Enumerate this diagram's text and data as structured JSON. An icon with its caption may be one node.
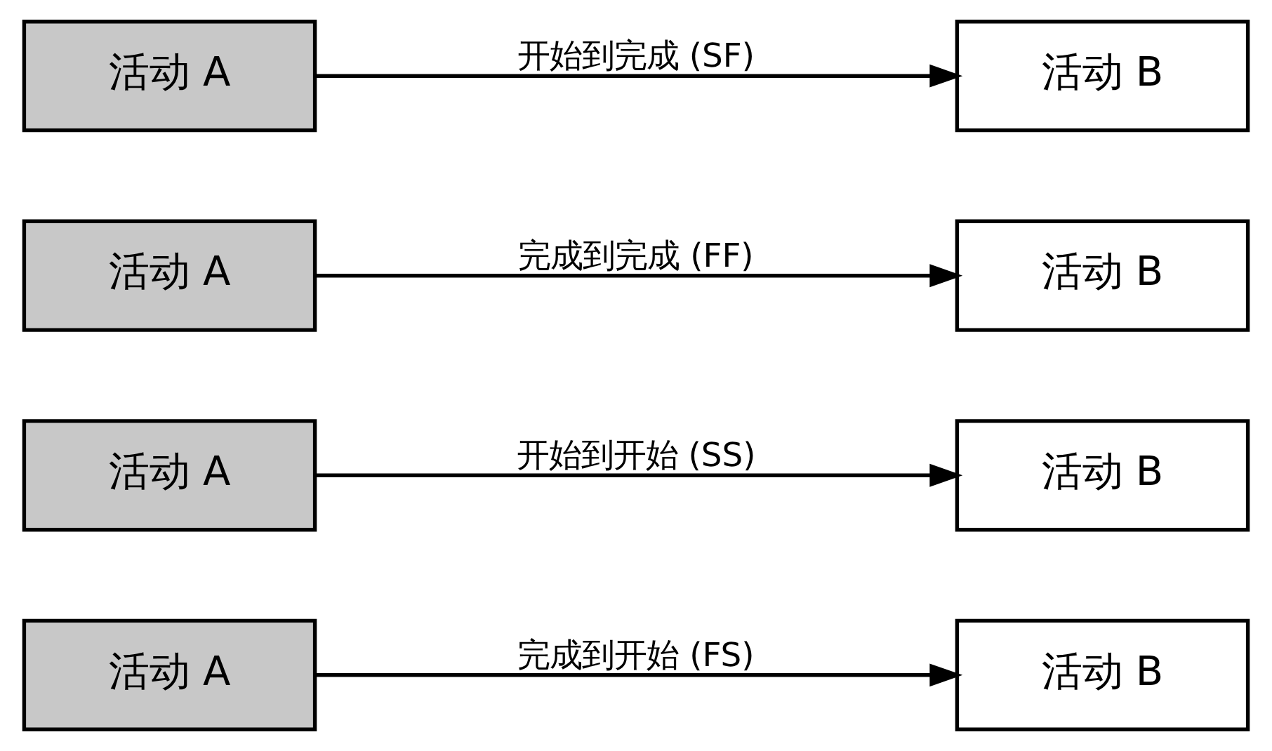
{
  "diagram": {
    "nodes": [
      {
        "text": [
          "活动 A"
        ]
      },
      {
        "text": [
          "活动 B"
        ]
      },
      {
        "text": [
          "活动 A"
        ]
      },
      {
        "text": [
          "活动 B"
        ]
      },
      {
        "text": [
          "活动 A"
        ]
      },
      {
        "text": [
          "活动 B"
        ]
      },
      {
        "text": [
          "活动 A"
        ]
      },
      {
        "text": [
          "活动 B"
        ]
      }
    ],
    "edges": [
      {
        "from": 0,
        "to": 1,
        "arrow": "to",
        "label": "完成到开始 (FS)"
      },
      {
        "from": 2,
        "to": 3,
        "arrow": "to",
        "label": "开始到开始 (SS)"
      },
      {
        "from": 4,
        "to": 5,
        "arrow": "to",
        "label": "完成到完成 (FF)"
      },
      {
        "from": 6,
        "to": 7,
        "arrow": "to",
        "label": "开始到完成 (SF)"
      }
    ]
  }
}
